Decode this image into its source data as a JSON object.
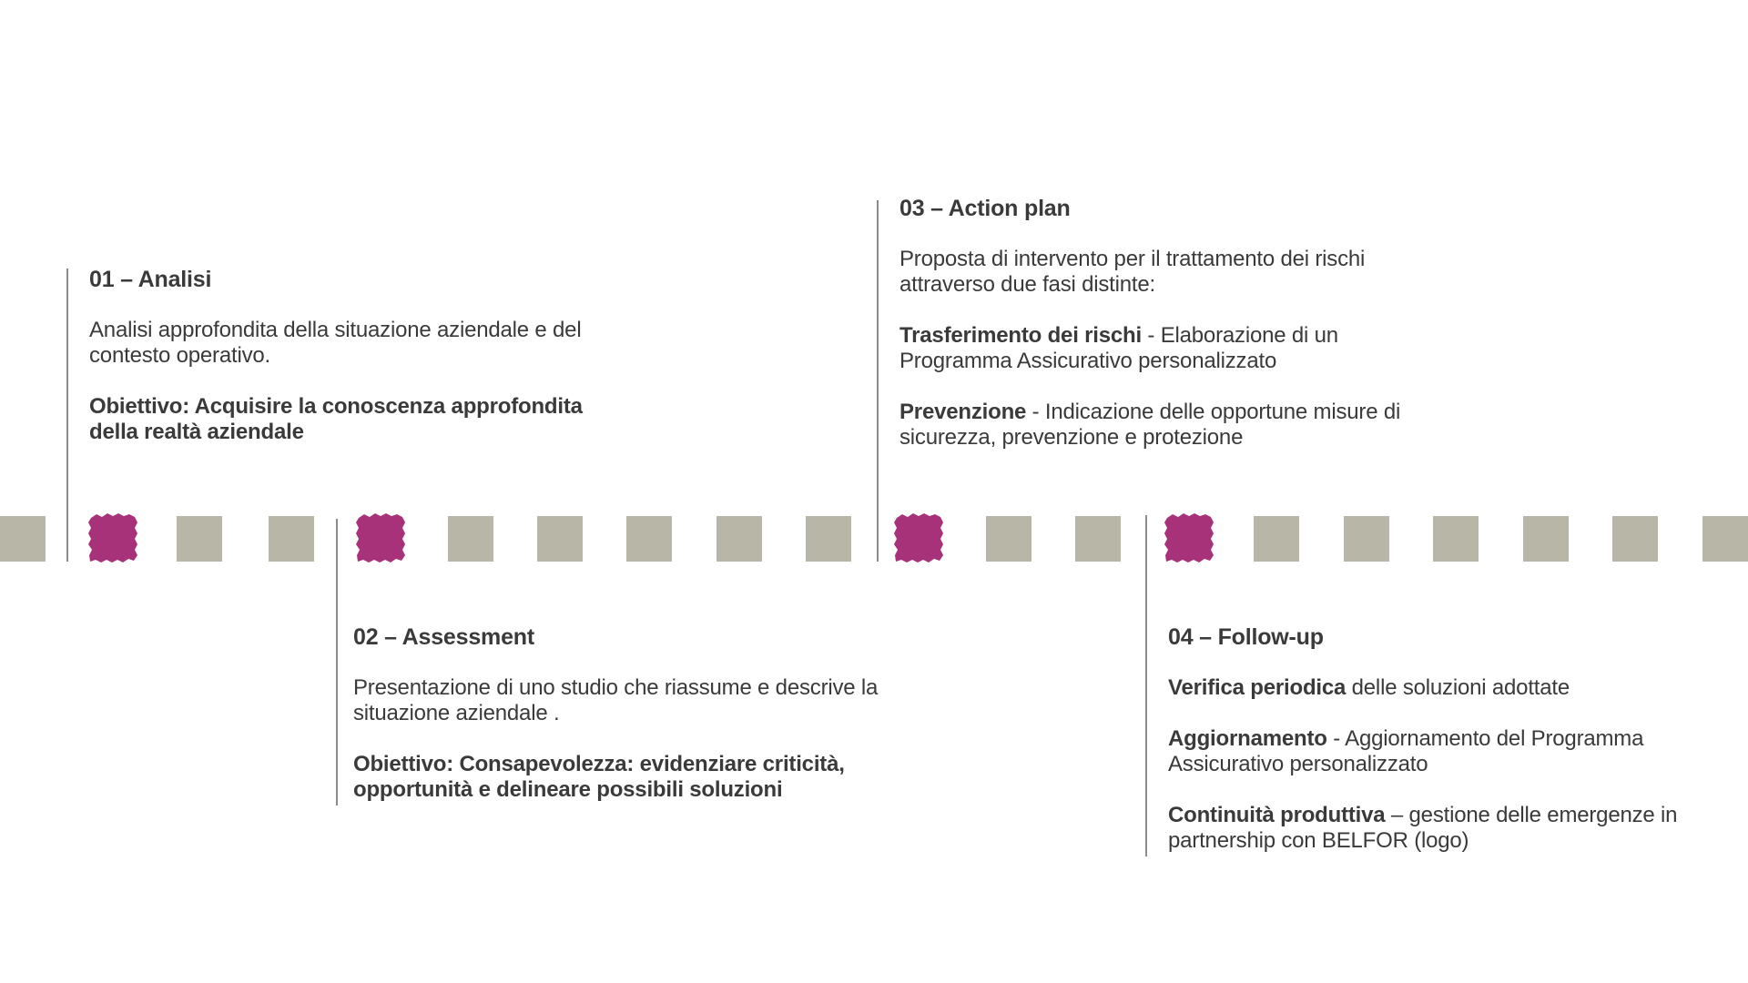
{
  "colors": {
    "marker": "#a8327a",
    "square": "#b8b6a6",
    "line": "#8c8c8c",
    "text": "#3a3a3a"
  },
  "step1": {
    "title": "01 – Analisi",
    "desc": "Analisi approfondita della situazione aziendale e del contesto operativo.",
    "goal": "Obiettivo: Acquisire la conoscenza approfondita della realtà aziendale"
  },
  "step2": {
    "title": "02 – Assessment",
    "desc": "Presentazione di uno studio che riassume e descrive la situazione aziendale .",
    "goal": "Obiettivo: Consapevolezza: evidenziare criticità, opportunità e delineare possibili soluzioni"
  },
  "step3": {
    "title": "03 – Action plan",
    "desc": "Proposta di intervento per il trattamento dei rischi attraverso due fasi distinte:",
    "item1_bold": "Trasferimento dei rischi",
    "item1_text": " - Elaborazione di un Programma Assicurativo personalizzato",
    "item2_bold": "Prevenzione",
    "item2_text": " - Indicazione delle opportune misure di sicurezza, prevenzione e protezione"
  },
  "step4": {
    "title": "04 – Follow-up",
    "item1_bold": "Verifica periodica",
    "item1_text": " delle soluzioni adottate",
    "item2_bold": "Aggiornamento",
    "item2_text": " - Aggiornamento del Programma Assicurativo personalizzato",
    "item3_bold": "Continuità produttiva",
    "item3_text": " – gestione delle emergenze in partnership con BELFOR (logo)"
  }
}
